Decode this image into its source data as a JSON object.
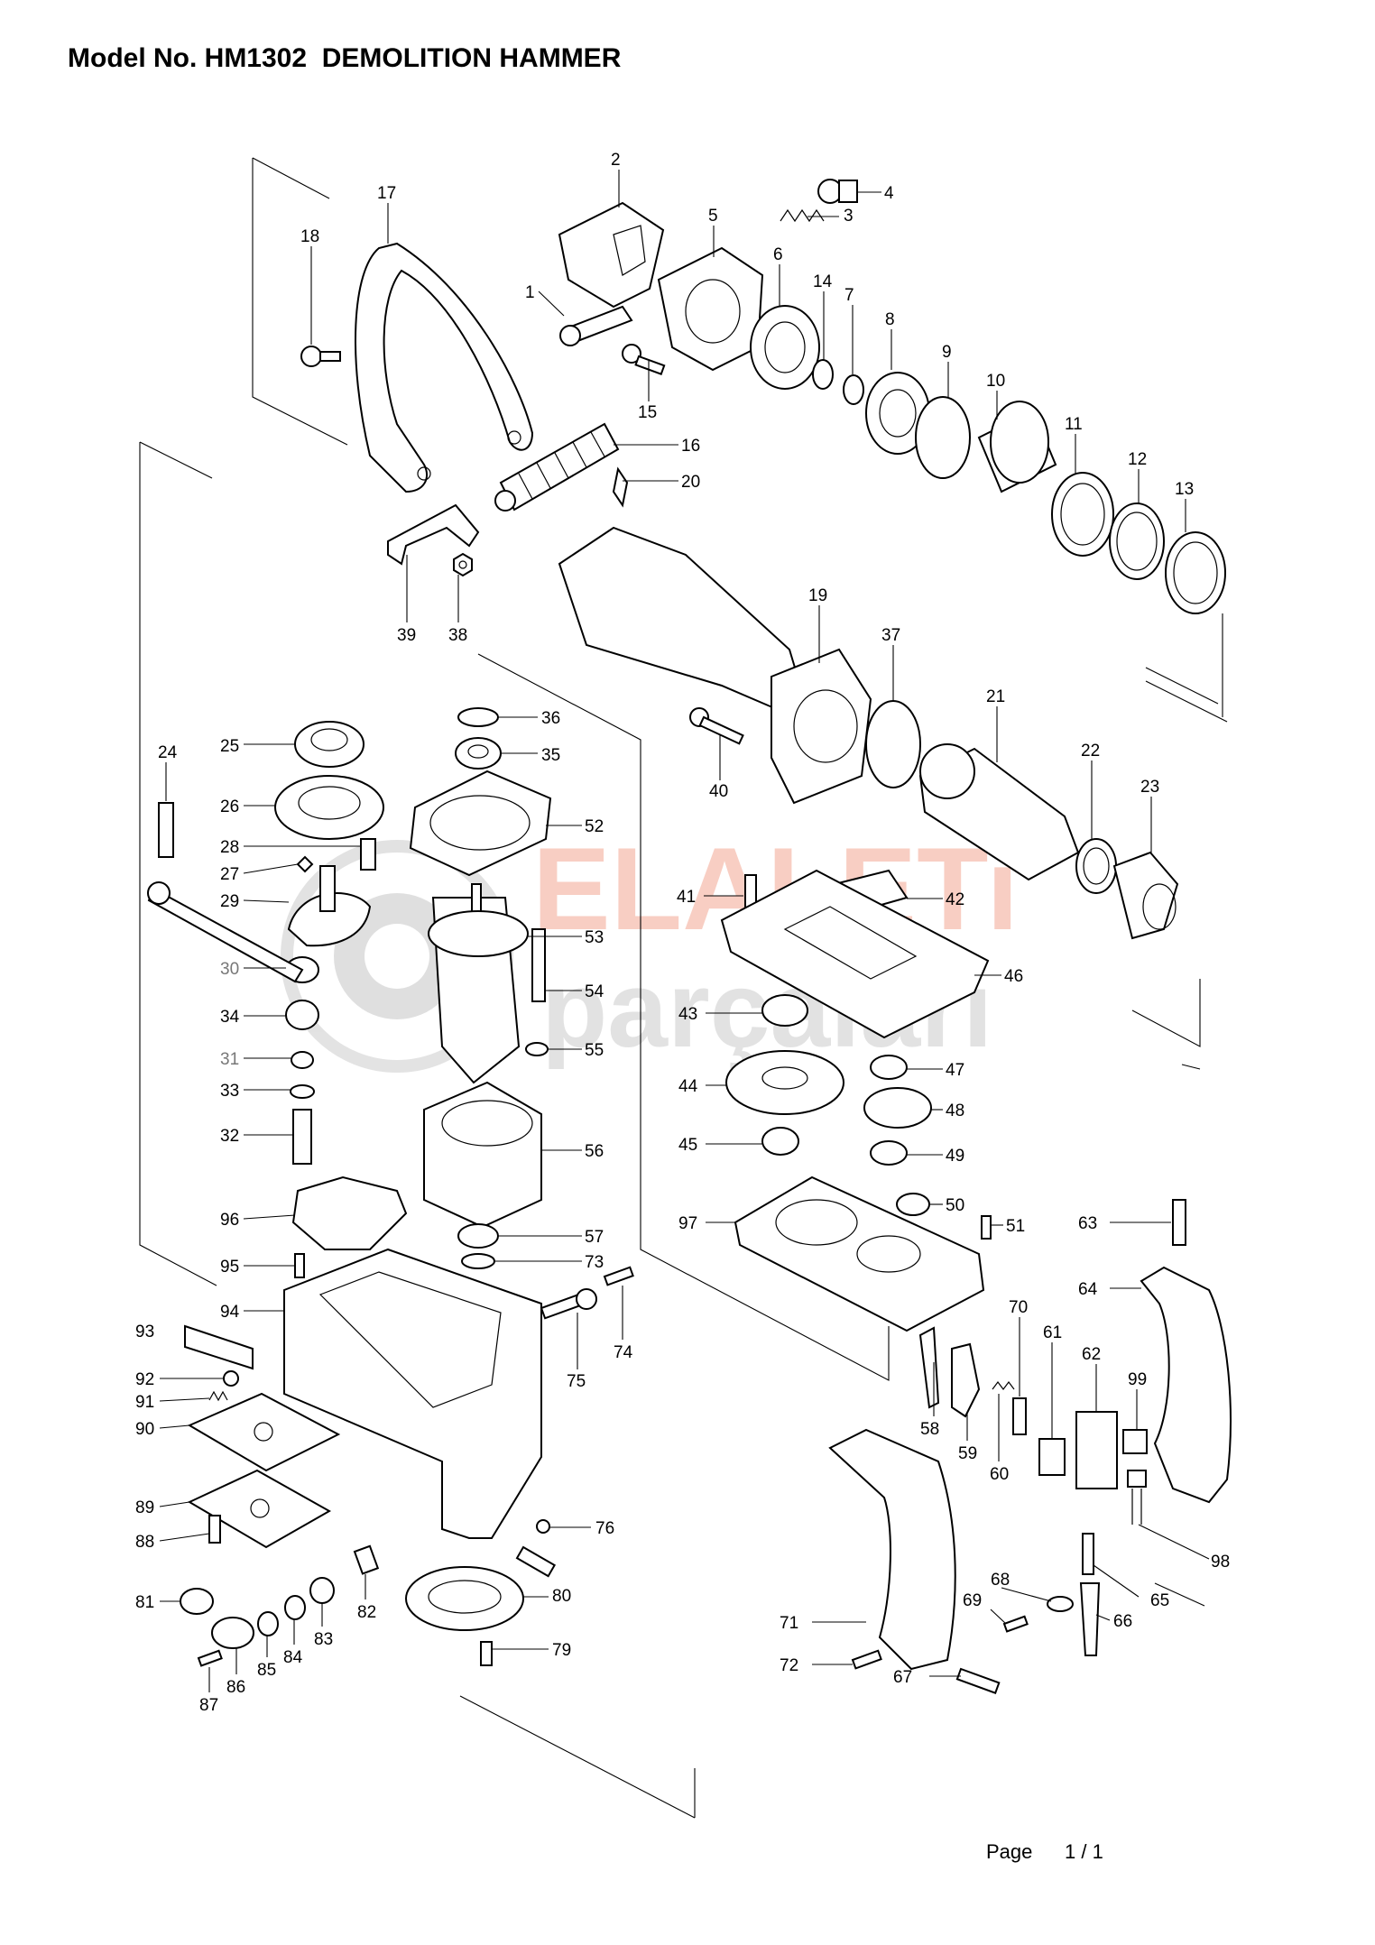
{
  "title": "Model No. HM1302  DEMOLITION HAMMER",
  "footer": {
    "page_label": "Page",
    "page_count": "1 / 1"
  },
  "watermark": {
    "line1": "ELALETi",
    "line2": "parçaları",
    "color": "#e8542a"
  },
  "parts": [
    "1",
    "2",
    "3",
    "4",
    "5",
    "6",
    "7",
    "8",
    "9",
    "10",
    "11",
    "12",
    "13",
    "14",
    "15",
    "16",
    "17",
    "18",
    "19",
    "20",
    "21",
    "22",
    "23",
    "24",
    "25",
    "26",
    "27",
    "28",
    "29",
    "30",
    "31",
    "32",
    "33",
    "34",
    "35",
    "36",
    "37",
    "38",
    "39",
    "40",
    "41",
    "42",
    "43",
    "44",
    "45",
    "46",
    "47",
    "48",
    "49",
    "50",
    "51",
    "52",
    "53",
    "54",
    "55",
    "56",
    "57",
    "58",
    "59",
    "60",
    "61",
    "62",
    "63",
    "64",
    "65",
    "66",
    "67",
    "68",
    "69",
    "70",
    "71",
    "72",
    "73",
    "74",
    "75",
    "76",
    "79",
    "80",
    "81",
    "82",
    "83",
    "84",
    "85",
    "86",
    "87",
    "88",
    "89",
    "90",
    "91",
    "92",
    "93",
    "94",
    "95",
    "96",
    "97",
    "98",
    "99"
  ]
}
